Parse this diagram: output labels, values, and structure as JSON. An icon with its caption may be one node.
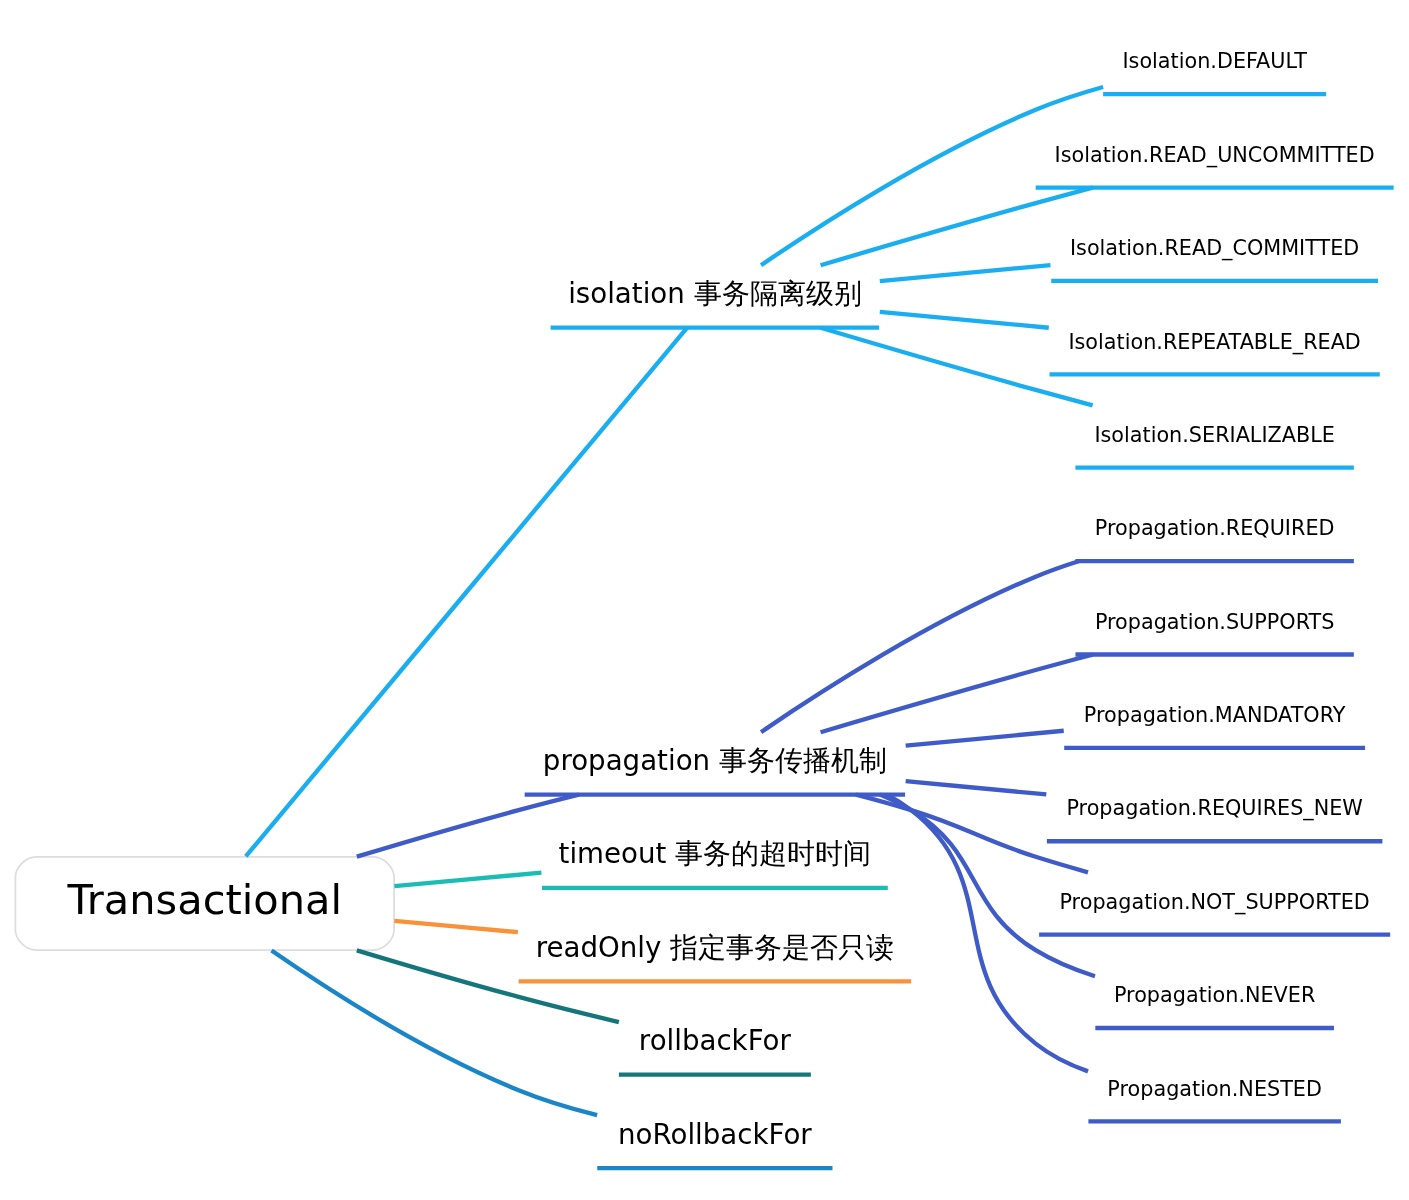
{
  "diagram": {
    "nodes": [
      {
        "text": [
          "Transactional"
        ]
      },
      {
        "text": [
          "isolation 事务隔离级别"
        ]
      },
      {
        "text": [
          "Isolation.DEFAULT"
        ]
      },
      {
        "text": [
          "Isolation.READ_UNCOMMITTED"
        ]
      },
      {
        "text": [
          "Isolation.READ_COMMITTED"
        ]
      },
      {
        "text": [
          "Isolation.REPEATABLE_READ"
        ]
      },
      {
        "text": [
          "Isolation.SERIALIZABLE"
        ]
      },
      {
        "text": [
          "propagation 事务传播机制"
        ]
      },
      {
        "text": [
          "Propagation.REQUIRED"
        ]
      },
      {
        "text": [
          "Propagation.SUPPORTS"
        ]
      },
      {
        "text": [
          "Propagation.MANDATORY"
        ]
      },
      {
        "text": [
          "Propagation.REQUIRES_NEW"
        ]
      },
      {
        "text": [
          "Propagation.NOT_SUPPORTED"
        ]
      },
      {
        "text": [
          "Propagation.NEVER"
        ]
      },
      {
        "text": [
          "Propagation.NESTED"
        ]
      },
      {
        "text": [
          "timeout 事务的超时时间"
        ]
      },
      {
        "text": [
          "readOnly 指定事务是否只读"
        ]
      },
      {
        "text": [
          "rollbackFor"
        ]
      },
      {
        "text": [
          "noRollbackFor"
        ]
      }
    ],
    "edges": [
      {
        "from": 0,
        "to": 1,
        "arrow": "none",
        "color": "#1aaef0"
      },
      {
        "from": 1,
        "to": 2,
        "arrow": "none",
        "color": "#1aaef0"
      },
      {
        "from": 1,
        "to": 3,
        "arrow": "none",
        "color": "#1aaef0"
      },
      {
        "from": 1,
        "to": 4,
        "arrow": "none",
        "color": "#1aaef0"
      },
      {
        "from": 1,
        "to": 5,
        "arrow": "none",
        "color": "#1aaef0"
      },
      {
        "from": 1,
        "to": 6,
        "arrow": "none",
        "color": "#1aaef0"
      },
      {
        "from": 0,
        "to": 7,
        "arrow": "none",
        "color": "#3f5bc8"
      },
      {
        "from": 7,
        "to": 8,
        "arrow": "none",
        "color": "#3f5bc8"
      },
      {
        "from": 7,
        "to": 9,
        "arrow": "none",
        "color": "#3f5bc8"
      },
      {
        "from": 7,
        "to": 10,
        "arrow": "none",
        "color": "#3f5bc8"
      },
      {
        "from": 7,
        "to": 11,
        "arrow": "none",
        "color": "#3f5bc8"
      },
      {
        "from": 7,
        "to": 12,
        "arrow": "none",
        "color": "#3f5bc8"
      },
      {
        "from": 7,
        "to": 13,
        "arrow": "none",
        "color": "#3f5bc8"
      },
      {
        "from": 7,
        "to": 14,
        "arrow": "none",
        "color": "#3f5bc8"
      },
      {
        "from": 0,
        "to": 15,
        "arrow": "none",
        "color": "#1bbcb4"
      },
      {
        "from": 0,
        "to": 16,
        "arrow": "none",
        "color": "#f7913a"
      },
      {
        "from": 0,
        "to": 17,
        "arrow": "none",
        "color": "#14767a"
      },
      {
        "from": 0,
        "to": 18,
        "arrow": "none",
        "color": "#1a86c8"
      }
    ]
  }
}
